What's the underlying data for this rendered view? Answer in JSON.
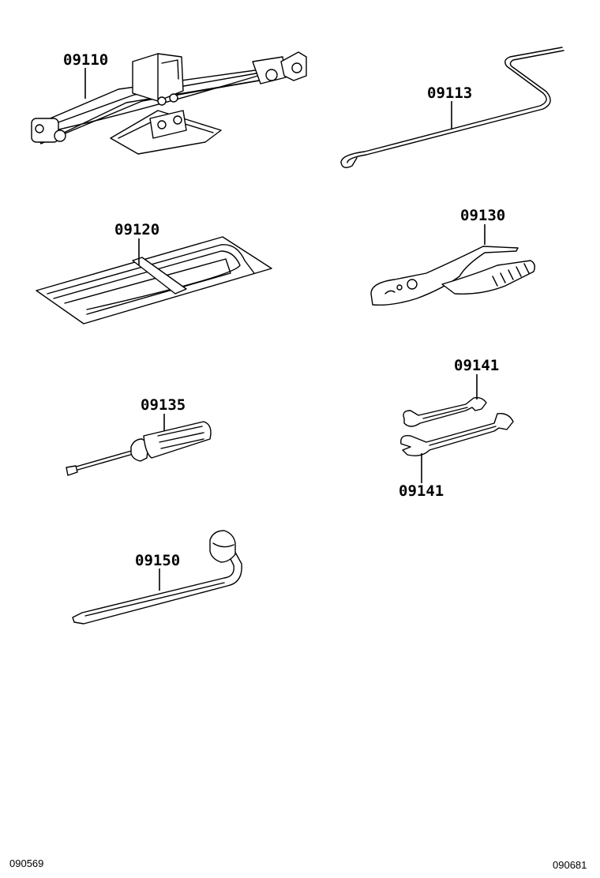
{
  "parts": {
    "jack": "09110",
    "jack_handle": "09113",
    "tool_bag": "09120",
    "pliers": "09130",
    "screwdriver": "09135",
    "wrench_upper": "09141",
    "wrench_lower": "09141",
    "wheel_wrench": "09150"
  },
  "footer": {
    "left_code": "090569",
    "right_code": "090681"
  }
}
